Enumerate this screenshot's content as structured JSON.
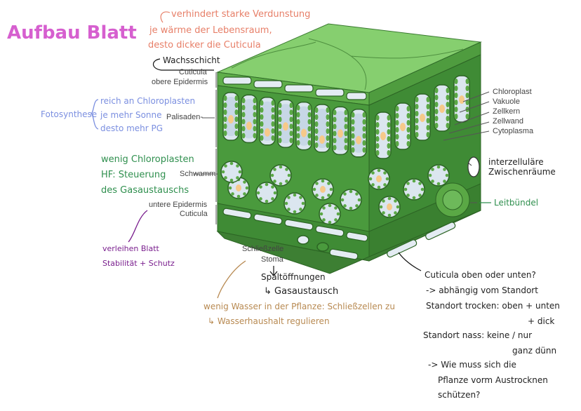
{
  "title": "Aufbau Blatt",
  "cuticula_note": [
    "verhindert starke Verdunstung",
    "je wärme der Lebensraum,",
    "desto dicker die Cuticula"
  ],
  "wachsschicht": "Wachsschicht",
  "left_labels": {
    "cuticula_top": "Cuticula",
    "obere_epidermis": "obere Epidermis",
    "palisaden": "Palisaden-",
    "schwamm": "Schwamm-",
    "untere_epidermis": "untere Epidermis",
    "cuticula_bottom": "Cuticula"
  },
  "fotosynthese": {
    "label": "Fotosynthese",
    "lines": [
      "reich an Chloroplasten",
      "je mehr Sonne",
      "desto mehr PG"
    ]
  },
  "schwamm_note": [
    "wenig Chloroplasten",
    "HF: Steuerung",
    "des Gasaustauschs"
  ],
  "purple_note": [
    "verleihen Blatt",
    "Stabilität + Schutz"
  ],
  "right_labels": [
    "Chloroplast",
    "Vakuole",
    "Zellkern",
    "Zellwand",
    "Cytoplasma"
  ],
  "intercellular": [
    "interzelluläre",
    "Zwischenräume"
  ],
  "leitbuendel": "Leitbündel",
  "bottom_labels": {
    "schliesszelle": "Schließzelle",
    "stoma": "Stoma"
  },
  "spaltoeffnungen": [
    "Spaltöffnungen",
    "↳ Gasaustausch"
  ],
  "water_note": [
    "wenig Wasser in der Pflanze: Schließzellen zu",
    "↳ Wasserhaushalt  regulieren"
  ],
  "cuticula_question": [
    "Cuticula oben oder unten?",
    "-> abhängig vom Standort",
    "Standort trocken: oben + unten",
    "+ dick",
    "Standort nass: keine / nur",
    "ganz dünn",
    "-> Wie muss sich die",
    "Pflanze vorm Austrocknen",
    "schützen?"
  ],
  "colors": {
    "leaf_light": "#7fc96b",
    "leaf_mid": "#5aa845",
    "leaf_dark": "#3d8a35",
    "cell_fill": "#dbe6ef",
    "nucleus": "#f6c98a",
    "title_pink": "#d65fcf"
  }
}
